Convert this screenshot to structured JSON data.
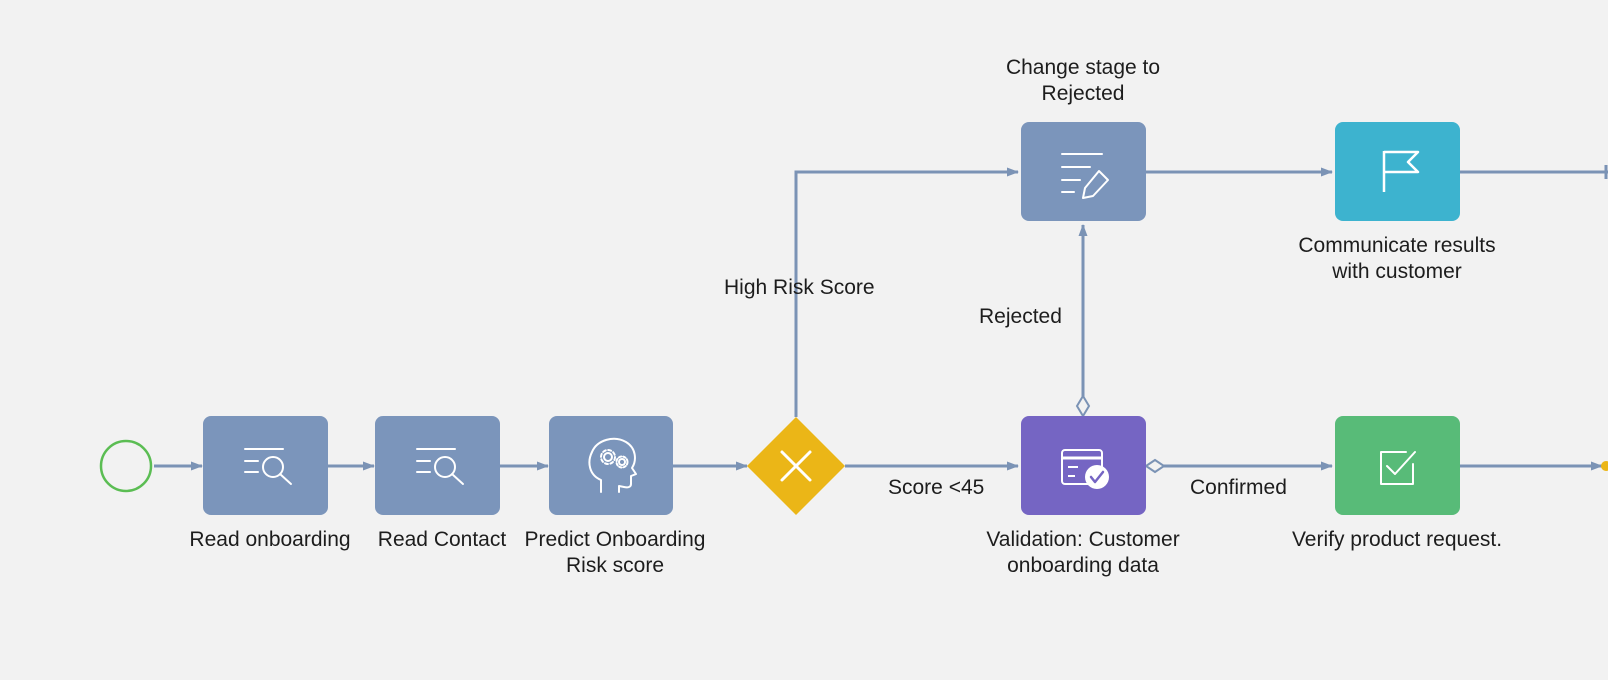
{
  "colors": {
    "background": "#f2f2f2",
    "connector": "#7b93b5",
    "task": "#7b95bb",
    "gateway": "#ebb617",
    "start_event": "#5bbd53",
    "notify": "#3db3cf",
    "validation": "#7565c3",
    "verify": "#58bb78"
  },
  "nodes": {
    "start": {
      "type": "start-event"
    },
    "read_onboarding": {
      "icon": "read-data-icon",
      "label_lines": [
        "Read onboarding"
      ]
    },
    "read_contact": {
      "icon": "read-data-icon",
      "label_lines": [
        "Read Contact"
      ]
    },
    "predict_risk": {
      "icon": "ai-brain-icon",
      "label_lines": [
        "Predict Onboarding",
        "Risk score"
      ]
    },
    "gateway": {
      "type": "exclusive-gateway",
      "icon": "x-icon"
    },
    "change_stage": {
      "icon": "modify-data-icon",
      "label_lines": [
        "Change stage to",
        "Rejected"
      ]
    },
    "communicate": {
      "icon": "flag-icon",
      "label_lines": [
        "Communicate results",
        "with customer"
      ]
    },
    "validation": {
      "icon": "validation-icon",
      "label_lines": [
        "Validation: Customer",
        "onboarding data"
      ]
    },
    "verify": {
      "icon": "checkbox-icon",
      "label_lines": [
        "Verify product request."
      ]
    }
  },
  "edges": {
    "high_risk": "High Risk Score",
    "score_low": "Score <45",
    "rejected": "Rejected",
    "confirmed": "Confirmed"
  }
}
